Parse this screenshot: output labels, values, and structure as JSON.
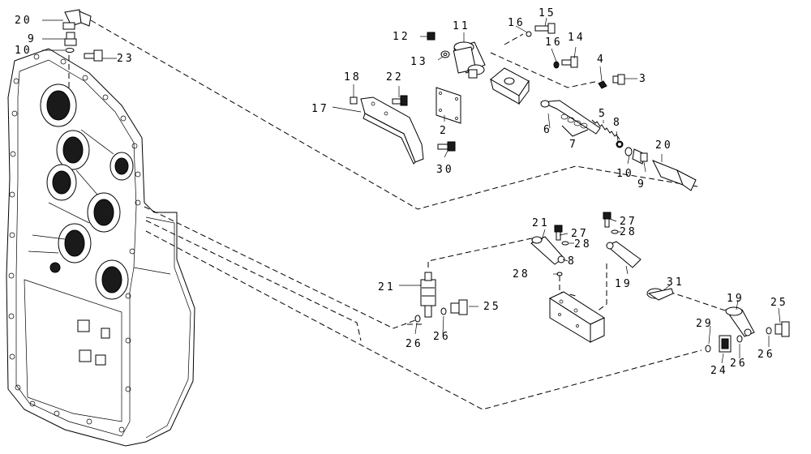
{
  "figure": {
    "callouts": {
      "c20a": "20",
      "c9a": "9",
      "c10a": "10",
      "c23": "23",
      "c11": "11",
      "c12": "12",
      "c13": "13",
      "c16a": "16",
      "c15": "15",
      "c16b": "16",
      "c14": "14",
      "c4": "4",
      "c3": "3",
      "c18": "18",
      "c22": "22",
      "c17": "17",
      "c2": "2",
      "c6": "6",
      "c5": "5",
      "c8": "8",
      "c7": "7",
      "c10b": "10",
      "c9b": "9",
      "c20b": "20",
      "c30": "30",
      "c21a": "21",
      "c27a": "27",
      "c27b": "27",
      "c28a": "28",
      "c28b": "28",
      "c8b": "8",
      "c28c": "28",
      "c19a": "19",
      "c31": "31",
      "c21b": "21",
      "c25a": "25",
      "c26a": "26",
      "c26b": "26",
      "c19b": "19",
      "c25b": "25",
      "c29": "29",
      "c24": "24",
      "c26c": "26",
      "c26d": "26"
    }
  }
}
